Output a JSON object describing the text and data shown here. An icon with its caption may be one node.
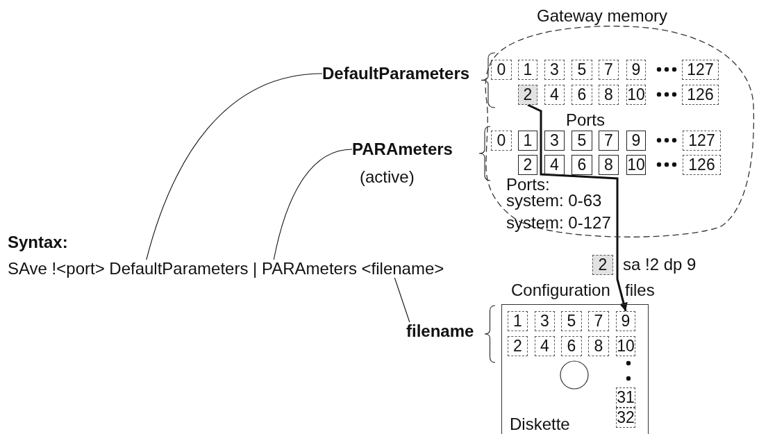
{
  "diagram": {
    "nodes": [
      {
        "text": [
          "Gateway memory"
        ]
      },
      {
        "text": [
          "0"
        ],
        "in": 0
      },
      {
        "text": [
          "1"
        ],
        "in": 0
      },
      {
        "text": [
          "3"
        ],
        "in": 0
      },
      {
        "text": [
          "5"
        ],
        "in": 0
      },
      {
        "text": [
          "7"
        ],
        "in": 0
      },
      {
        "text": [
          "9"
        ],
        "in": 0
      },
      {
        "text": [
          "127"
        ],
        "in": 0
      },
      {
        "text": [
          "2"
        ],
        "in": 0
      },
      {
        "text": [
          "4"
        ],
        "in": 0
      },
      {
        "text": [
          "6"
        ],
        "in": 0
      },
      {
        "text": [
          "8"
        ],
        "in": 0
      },
      {
        "text": [
          "10"
        ],
        "in": 0
      },
      {
        "text": [
          "126"
        ],
        "in": 0
      },
      {
        "text": [
          "0"
        ],
        "in": 0
      },
      {
        "text": [
          "1"
        ],
        "in": 0
      },
      {
        "text": [
          "3"
        ],
        "in": 0
      },
      {
        "text": [
          "5"
        ],
        "in": 0
      },
      {
        "text": [
          "7"
        ],
        "in": 0
      },
      {
        "text": [
          "9"
        ],
        "in": 0
      },
      {
        "text": [
          "127"
        ],
        "in": 0
      },
      {
        "text": [
          "2"
        ],
        "in": 0
      },
      {
        "text": [
          "4"
        ],
        "in": 0
      },
      {
        "text": [
          "6"
        ],
        "in": 0
      },
      {
        "text": [
          "8"
        ],
        "in": 0
      },
      {
        "text": [
          "10"
        ],
        "in": 0
      },
      {
        "text": [
          "126"
        ],
        "in": 0
      },
      {
        "text": [
          "DefaultParameters"
        ]
      },
      {
        "text": [
          "PARAmeters"
        ],
        "beside": [
          "(active)"
        ]
      },
      {
        "text": [
          "SAve !<port> DefaultParameters | PARAmeters <filename>"
        ]
      },
      {
        "text": [
          "2"
        ]
      },
      {
        "text": [
          "filename"
        ]
      },
      {
        "text": [
          "Configuration",
          "files",
          "Diskette"
        ]
      },
      {
        "text": [
          "1"
        ],
        "in": 32
      },
      {
        "text": [
          "3"
        ],
        "in": 32
      },
      {
        "text": [
          "5"
        ],
        "in": 32
      },
      {
        "text": [
          "7"
        ],
        "in": 32
      },
      {
        "text": [
          "9"
        ],
        "in": 32
      },
      {
        "text": [
          "2"
        ],
        "in": 32
      },
      {
        "text": [
          "4"
        ],
        "in": 32
      },
      {
        "text": [
          "6"
        ],
        "in": 32
      },
      {
        "text": [
          "8"
        ],
        "in": 32
      },
      {
        "text": [
          "10"
        ],
        "in": 32
      },
      {
        "text": [
          "31"
        ],
        "in": 32
      },
      {
        "text": [
          "32"
        ],
        "in": 32
      }
    ],
    "edges": [
      {
        "from": 29,
        "to": 27,
        "arrow": "none"
      },
      {
        "from": 29,
        "to": 28,
        "arrow": "none"
      },
      {
        "from": 29,
        "to": 31,
        "arrow": "none"
      },
      {
        "from": 8,
        "to": 37,
        "arrow": "to",
        "style": "thick"
      }
    ],
    "labels": [
      "Ports",
      "Ports:",
      "system: 0-63",
      "system: 0-127",
      "Syntax:",
      "sa !2 dp 9"
    ]
  }
}
